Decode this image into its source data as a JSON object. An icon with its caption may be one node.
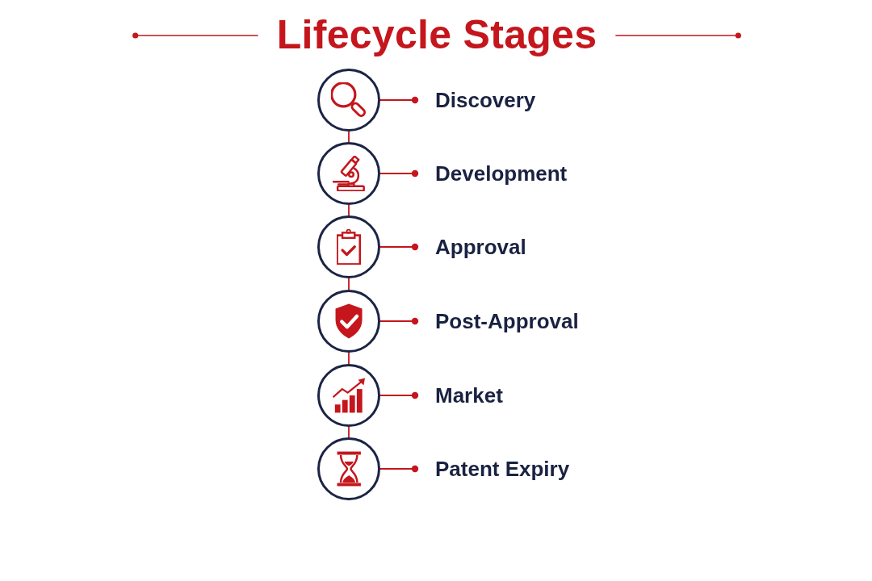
{
  "diagram": {
    "title": "Lifecycle Stages",
    "nodes": [
      {
        "text": [],
        "shape": "circle"
      },
      {
        "text": [
          "Discovery"
        ]
      },
      {
        "text": [],
        "shape": "circle"
      },
      {
        "text": [
          "Development"
        ]
      },
      {
        "text": [],
        "shape": "circle"
      },
      {
        "text": [
          "Approval"
        ]
      },
      {
        "text": [],
        "shape": "circle"
      },
      {
        "text": [
          "Post-Approval"
        ]
      },
      {
        "text": [],
        "shape": "circle"
      },
      {
        "text": [
          "Market"
        ]
      },
      {
        "text": [],
        "shape": "circle"
      },
      {
        "text": [
          "Patent Expiry"
        ]
      }
    ],
    "edges": [
      {
        "from": 0,
        "to": 1,
        "arrow": "other"
      },
      {
        "from": 0,
        "to": 2,
        "arrow": "none"
      },
      {
        "from": 2,
        "to": 3,
        "arrow": "other"
      },
      {
        "from": 2,
        "to": 4,
        "arrow": "none"
      },
      {
        "from": 4,
        "to": 5,
        "arrow": "other"
      },
      {
        "from": 4,
        "to": 6,
        "arrow": "none"
      },
      {
        "from": 6,
        "to": 7,
        "arrow": "other"
      },
      {
        "from": 6,
        "to": 8,
        "arrow": "none"
      },
      {
        "from": 8,
        "to": 9,
        "arrow": "other"
      },
      {
        "from": 8,
        "to": 10,
        "arrow": "none"
      },
      {
        "from": 10,
        "to": 11,
        "arrow": "other"
      }
    ]
  }
}
